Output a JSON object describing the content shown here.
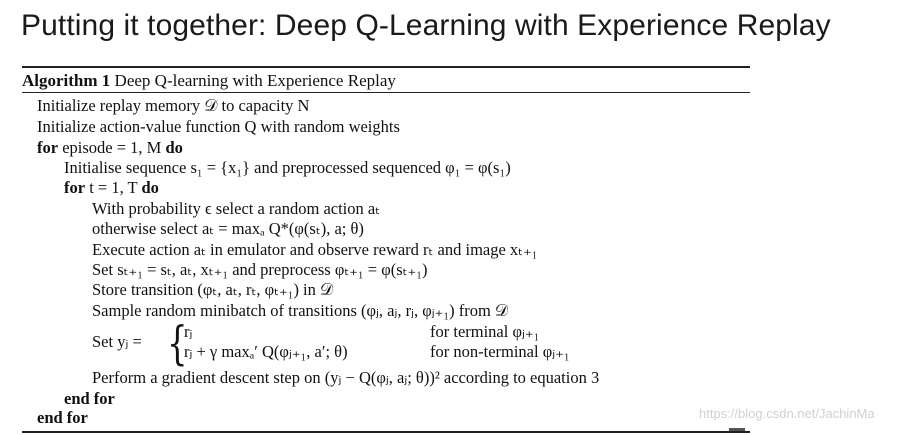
{
  "slide": {
    "title": "Putting it together: Deep Q-Learning with Experience Replay"
  },
  "algorithm": {
    "label": "Algorithm 1",
    "name": "Deep Q-learning with Experience Replay",
    "lines": {
      "init_memory": "Initialize replay memory 𝒟 to capacity N",
      "init_q": "Initialize action-value function Q with random weights",
      "for_episode": "for episode = 1, M do",
      "init_seq": "Initialise sequence s₁ = {x₁} and preprocessed sequenced φ₁ = φ(s₁)",
      "for_t": "for t = 1, T do",
      "prob_eps": "With probability ϵ select a random action aₜ",
      "otherwise": "otherwise select aₜ = maxₐ Q*(φ(sₜ), a; θ)",
      "execute": "Execute action aₜ in emulator and observe reward rₜ and image xₜ₊₁",
      "set_s": "Set sₜ₊₁ = sₜ, aₜ, xₜ₊₁ and preprocess φₜ₊₁ = φ(sₜ₊₁)",
      "store": "Store transition (φₜ, aₜ, rₜ, φₜ₊₁) in 𝒟",
      "sample": "Sample random minibatch of transitions (φⱼ, aⱼ, rⱼ, φⱼ₊₁) from 𝒟",
      "set_y_lhs": "Set yⱼ =",
      "case1_expr": "rⱼ",
      "case1_cond": "for terminal φⱼ₊₁",
      "case2_expr": "rⱼ + γ maxₐ′ Q(φⱼ₊₁, a′; θ)",
      "case2_cond": "for non-terminal φⱼ₊₁",
      "gradient": "Perform a gradient descent step on (yⱼ − Q(φⱼ, aⱼ; θ))² according to equation 3",
      "end_for_inner": "end for",
      "end_for_outer": "end for"
    }
  },
  "watermark": "https://blog.csdn.net/JachinMa"
}
